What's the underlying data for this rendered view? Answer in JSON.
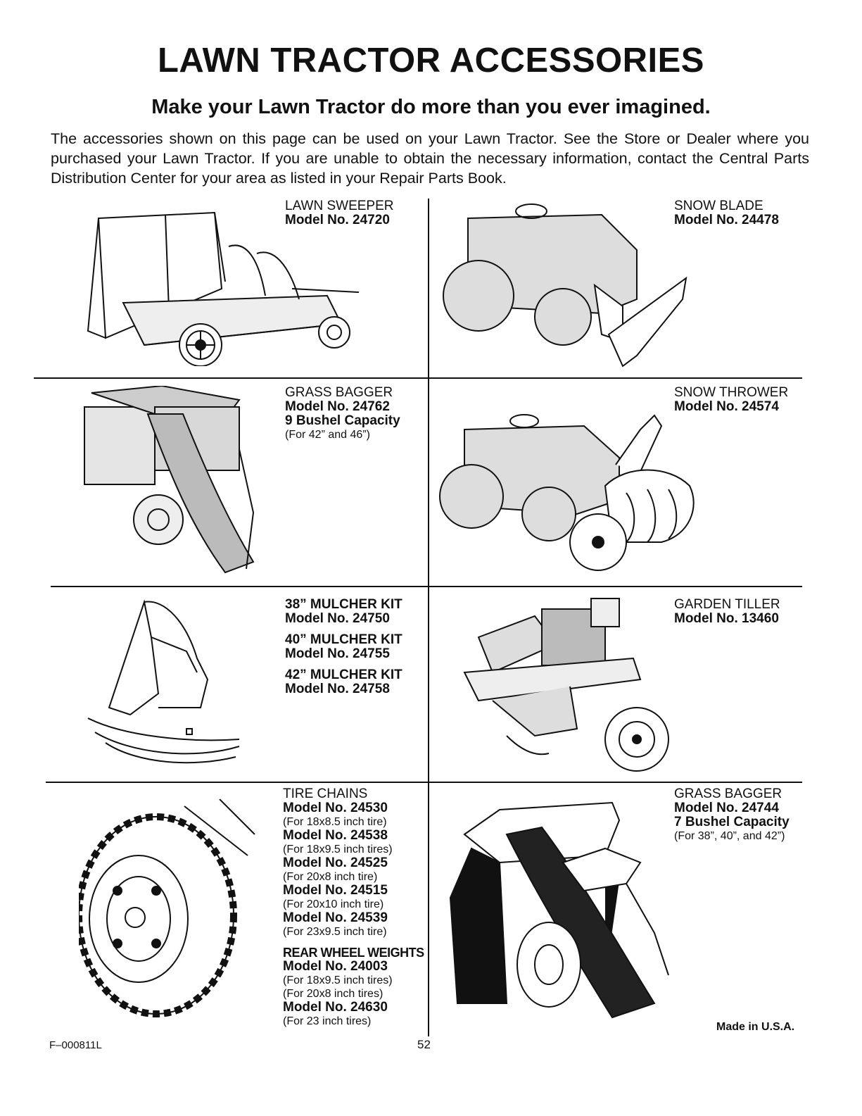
{
  "header": {
    "title": "LAWN TRACTOR ACCESSORIES",
    "subtitle": "Make your Lawn Tractor do more than you ever imagined.",
    "intro": "The accessories shown on this page can be used on your Lawn Tractor. See the Store or Dealer where you purchased your Lawn Tractor. If you are unable to obtain the necessary information, contact the Central Parts Distribution Center for your area as listed in your Repair Parts Book."
  },
  "items": {
    "lawn_sweeper": {
      "name": "LAWN SWEEPER",
      "model": "Model No. 24720"
    },
    "snow_blade": {
      "name": "SNOW BLADE",
      "model": "Model No. 24478"
    },
    "grass_bagger_9": {
      "name": "GRASS BAGGER",
      "model": "Model No. 24762",
      "capacity": "9 Bushel Capacity",
      "fit": "(For 42” and 46”)"
    },
    "snow_thrower": {
      "name": "SNOW THROWER",
      "model": "Model No. 24574"
    },
    "mulcher": {
      "kit1": "38” MULCHER KIT",
      "model1": "Model No. 24750",
      "kit2": "40” MULCHER KIT",
      "model2": "Model No. 24755",
      "kit3": "42” MULCHER KIT",
      "model3": "Model No. 24758"
    },
    "garden_tiller": {
      "name": "GARDEN TILLER",
      "model": "Model No. 13460"
    },
    "tire_chains": {
      "name": "TIRE CHAINS",
      "models": [
        {
          "model": "Model No. 24530",
          "fit": "(For 18x8.5 inch tire)"
        },
        {
          "model": "Model No. 24538",
          "fit": "(For 18x9.5 inch tires)"
        },
        {
          "model": "Model No. 24525",
          "fit": "(For 20x8 inch tire)"
        },
        {
          "model": "Model No. 24515",
          "fit": "(For 20x10 inch tire)"
        },
        {
          "model": "Model No. 24539",
          "fit": "(For 23x9.5 inch tire)"
        }
      ]
    },
    "rear_wheel_weights": {
      "name": "REAR WHEEL WEIGHTS",
      "model1": "Model No. 24003",
      "fit1a": "(For 18x9.5 inch tires)",
      "fit1b": "(For 20x8 inch tires)",
      "model2": "Model No. 24630",
      "fit2": "(For 23 inch tires)"
    },
    "grass_bagger_7": {
      "name": "GRASS BAGGER",
      "model": "Model No. 24744",
      "capacity": "7 Bushel Capacity",
      "fit": "(For 38”, 40”, and 42”)"
    }
  },
  "footer": {
    "code": "F–000811L",
    "page": "52",
    "made": "Made in U.S.A."
  }
}
